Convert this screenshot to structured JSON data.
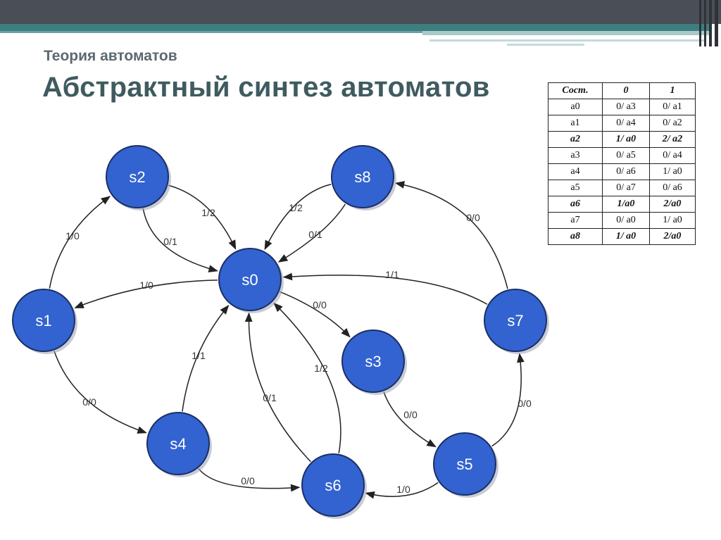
{
  "header": {
    "subtitle": "Теория автоматов",
    "title": "Абстрактный синтез автоматов"
  },
  "colors": {
    "node_fill": "#3263d0",
    "node_stroke": "#1c2f66",
    "edge": "#222222",
    "topbar": "#4a4e57",
    "accent": "#3d7f80",
    "title": "#3f5b5f"
  },
  "diagram": {
    "nodes": [
      {
        "id": "s0",
        "label": "s0"
      },
      {
        "id": "s1",
        "label": "s1"
      },
      {
        "id": "s2",
        "label": "s2"
      },
      {
        "id": "s3",
        "label": "s3"
      },
      {
        "id": "s4",
        "label": "s4"
      },
      {
        "id": "s5",
        "label": "s5"
      },
      {
        "id": "s6",
        "label": "s6"
      },
      {
        "id": "s7",
        "label": "s7"
      },
      {
        "id": "s8",
        "label": "s8"
      }
    ],
    "edges": [
      {
        "from": "s1",
        "to": "s2",
        "label": "1/0"
      },
      {
        "from": "s1",
        "to": "s4",
        "label": "0/0"
      },
      {
        "from": "s2",
        "to": "s0",
        "label": "1/2"
      },
      {
        "from": "s2",
        "to": "s0",
        "label": "0/1"
      },
      {
        "from": "s0",
        "to": "s1",
        "label": "1/0"
      },
      {
        "from": "s8",
        "to": "s0",
        "label": "1/2"
      },
      {
        "from": "s8",
        "to": "s0",
        "label": "0/1"
      },
      {
        "from": "s7",
        "to": "s8",
        "label": "0/0"
      },
      {
        "from": "s7",
        "to": "s0",
        "label": "1/1"
      },
      {
        "from": "s0",
        "to": "s3",
        "label": "0/0"
      },
      {
        "from": "s4",
        "to": "s0",
        "label": "1/1"
      },
      {
        "from": "s6",
        "to": "s0",
        "label": "0/1"
      },
      {
        "from": "s6",
        "to": "s0",
        "label": "1/2"
      },
      {
        "from": "s4",
        "to": "s6",
        "label": "0/0"
      },
      {
        "from": "s5",
        "to": "s6",
        "label": "1/0"
      },
      {
        "from": "s3",
        "to": "s5",
        "label": "0/0"
      },
      {
        "from": "s5",
        "to": "s7",
        "label": "0/0"
      }
    ]
  },
  "table": {
    "header": [
      "Сост.",
      "0",
      "1"
    ],
    "rows": [
      {
        "cells": [
          "a0",
          "0/ a3",
          "0/ a1"
        ],
        "bold": false
      },
      {
        "cells": [
          "a1",
          "0/ a4",
          "0/ a2"
        ],
        "bold": false
      },
      {
        "cells": [
          "a2",
          "1/ a0",
          "2/ a2"
        ],
        "bold": true
      },
      {
        "cells": [
          "a3",
          "0/ a5",
          "0/ a4"
        ],
        "bold": false
      },
      {
        "cells": [
          "a4",
          "0/ a6",
          "1/ a0"
        ],
        "bold": false
      },
      {
        "cells": [
          "a5",
          "0/ a7",
          "0/ a6"
        ],
        "bold": false
      },
      {
        "cells": [
          "a6",
          "1/a0",
          "2/a0"
        ],
        "bold": true
      },
      {
        "cells": [
          "a7",
          "0/ a0",
          "1/ a0"
        ],
        "bold": false
      },
      {
        "cells": [
          "a8",
          "1/ a0",
          "2/a0"
        ],
        "bold": true
      }
    ]
  }
}
